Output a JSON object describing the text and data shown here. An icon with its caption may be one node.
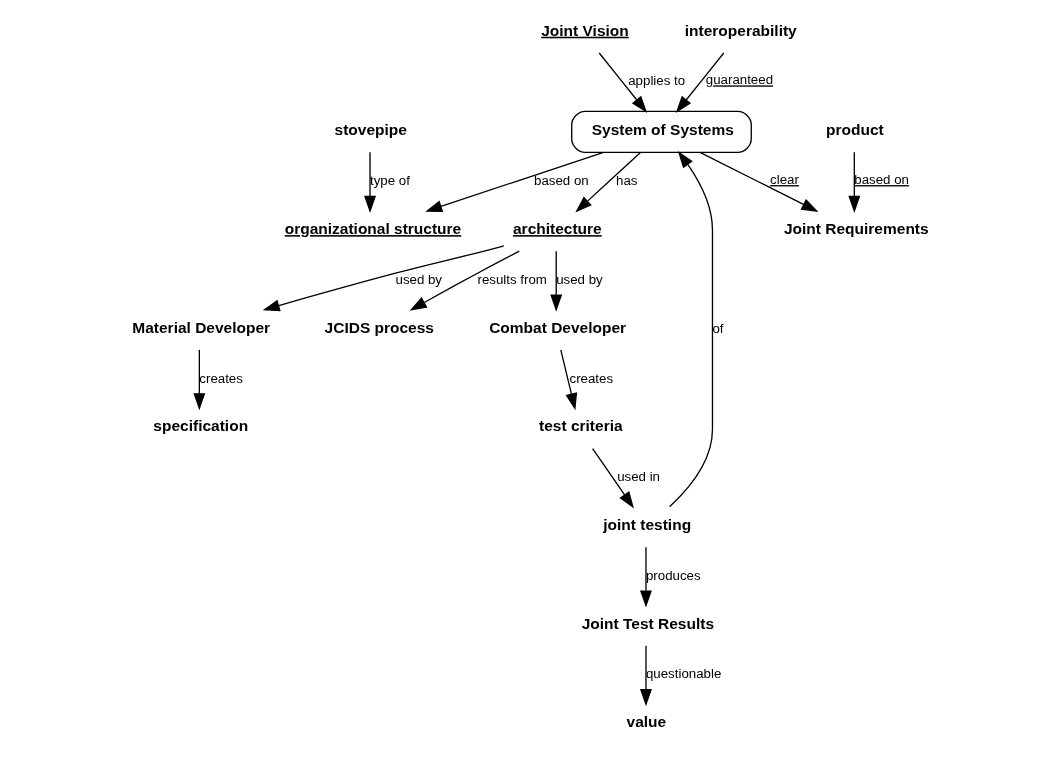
{
  "diagram": {
    "nodes": [
      {
        "text": [
          "Joint Vision"
        ]
      },
      {
        "text": [
          "System of Systems"
        ]
      },
      {
        "text": [
          "interoperability"
        ]
      },
      {
        "text": [
          "organizational structure"
        ]
      },
      {
        "text": [
          "Joint Test Results"
        ]
      },
      {
        "text": [
          "joint testing"
        ]
      },
      {
        "text": [
          "stovepipe"
        ]
      },
      {
        "text": [
          "value"
        ]
      },
      {
        "text": [
          "test criteria"
        ]
      },
      {
        "text": [
          "Joint Requirements"
        ]
      },
      {
        "text": [
          "architecture"
        ]
      },
      {
        "text": [
          "Combat Developer"
        ]
      },
      {
        "text": [
          "Material Developer"
        ]
      },
      {
        "text": [
          "JCIDS process"
        ]
      },
      {
        "text": [
          "product"
        ]
      },
      {
        "text": [
          "specification"
        ]
      }
    ],
    "edges": [
      {
        "from": 0,
        "to": 1,
        "arrow": "to",
        "label": "applies to"
      },
      {
        "from": 2,
        "to": 1,
        "arrow": "to",
        "label": "guaranteed"
      },
      {
        "from": 1,
        "to": 3,
        "arrow": "to",
        "label": "based on"
      },
      {
        "from": 5,
        "to": 1,
        "arrow": "to",
        "label": "of"
      },
      {
        "from": 5,
        "to": 4,
        "arrow": "to",
        "label": "produces"
      },
      {
        "from": 4,
        "to": 7,
        "arrow": "to",
        "label": "questionable"
      },
      {
        "from": 8,
        "to": 5,
        "arrow": "to",
        "label": "used in"
      },
      {
        "from": 1,
        "to": 10,
        "arrow": "to",
        "label": "has"
      },
      {
        "from": 1,
        "to": 9,
        "arrow": "to",
        "label": "clear"
      },
      {
        "from": 6,
        "to": 3,
        "arrow": "to",
        "label": "type of"
      },
      {
        "from": 14,
        "to": 9,
        "arrow": "to",
        "label": "based on"
      },
      {
        "from": 10,
        "to": 11,
        "arrow": "to",
        "label": "used by"
      },
      {
        "from": 10,
        "to": 12,
        "arrow": "to",
        "label": "used by"
      },
      {
        "from": 10,
        "to": 13,
        "arrow": "to",
        "label": "results from"
      },
      {
        "from": 11,
        "to": 8,
        "arrow": "to",
        "label": "creates"
      },
      {
        "from": 12,
        "to": 15,
        "arrow": "to",
        "label": "creates"
      }
    ]
  }
}
